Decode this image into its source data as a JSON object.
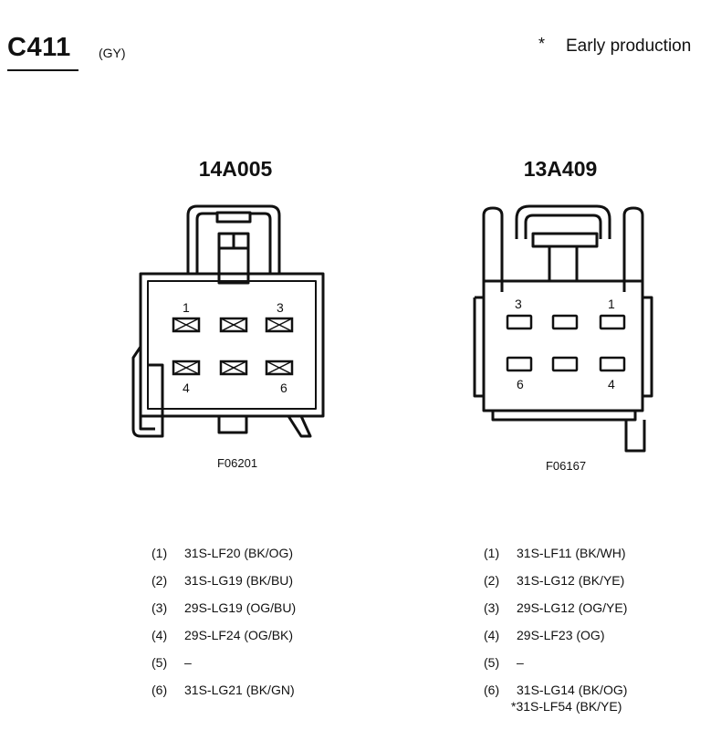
{
  "header": {
    "connector_id": "C411",
    "color_code": "(GY)",
    "note_marker": "*",
    "note_text": "Early production"
  },
  "connectors": [
    {
      "part_number": "14A005",
      "figure_id": "F06201",
      "pin_labels": [
        "1",
        "3",
        "4",
        "6"
      ],
      "pins": [
        {
          "num": "(1)",
          "wire": "31S-LF20 (BK/OG)"
        },
        {
          "num": "(2)",
          "wire": "31S-LG19 (BK/BU)"
        },
        {
          "num": "(3)",
          "wire": "29S-LG19 (OG/BU)"
        },
        {
          "num": "(4)",
          "wire": "29S-LF24 (OG/BK)"
        },
        {
          "num": "(5)",
          "wire": "–"
        },
        {
          "num": "(6)",
          "wire": "31S-LG21 (BK/GN)"
        }
      ]
    },
    {
      "part_number": "13A409",
      "figure_id": "F06167",
      "pin_labels": [
        "3",
        "1",
        "6",
        "4"
      ],
      "pins": [
        {
          "num": "(1)",
          "wire": "31S-LF11 (BK/WH)"
        },
        {
          "num": "(2)",
          "wire": "31S-LG12 (BK/YE)"
        },
        {
          "num": "(3)",
          "wire": "29S-LG12 (OG/YE)"
        },
        {
          "num": "(4)",
          "wire": "29S-LF23 (OG)"
        },
        {
          "num": "(5)",
          "wire": "–"
        },
        {
          "num": "(6)",
          "wire": "31S-LG14 (BK/OG)",
          "extra": "*31S-LF54 (BK/YE)"
        }
      ]
    }
  ]
}
